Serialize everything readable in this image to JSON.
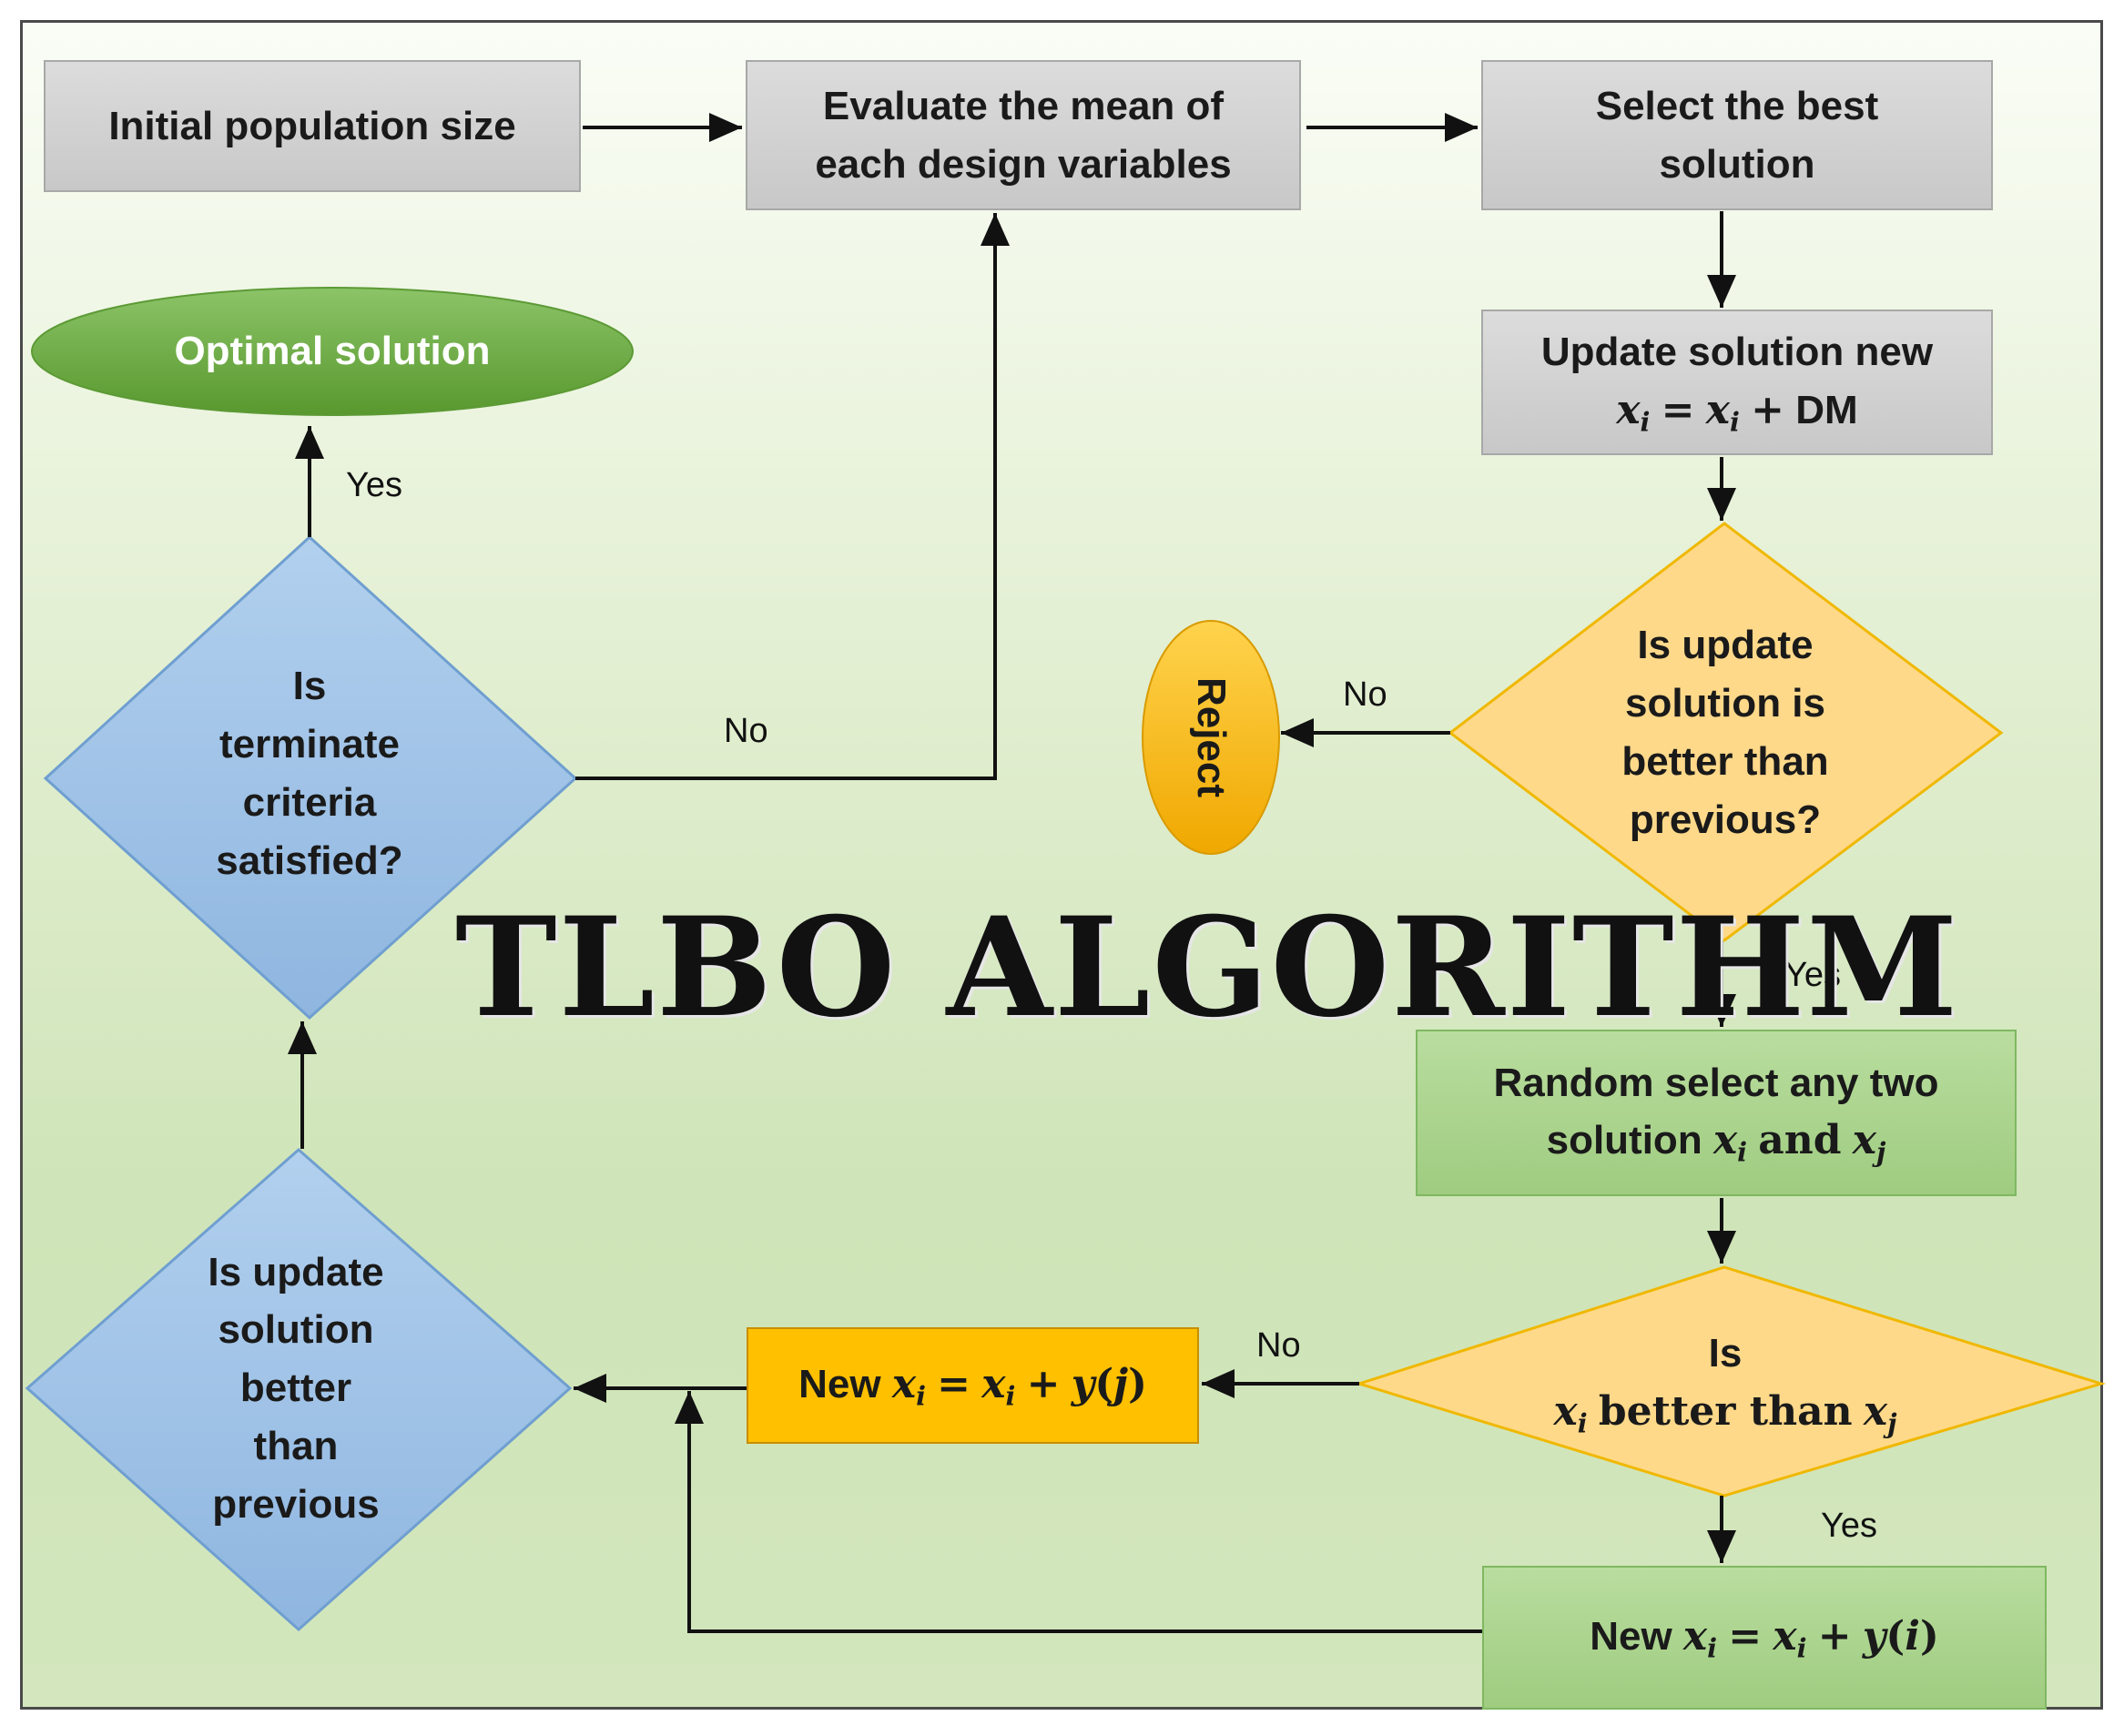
{
  "title": "TLBO ALGORITHM",
  "nodes": {
    "initial": "Initial population size",
    "evaluate_line1": "Evaluate the mean of",
    "evaluate_line2": "each design variables",
    "select_line1": "Select the best",
    "select_line2": "solution",
    "update_line1": "Update solution new",
    "update_formula_dm": "DM",
    "optimal": "Optimal solution",
    "reject": "Reject",
    "decision_better_l1": "Is update",
    "decision_better_l2": "solution is",
    "decision_better_l3": "better than",
    "decision_better_l4": "previous?",
    "random_line1": "Random select any two",
    "random_line2": "solution",
    "random_and": "and",
    "decision_compare_l1": "Is",
    "decision_compare_mid": "better than",
    "new_j_prefix": "New",
    "new_i_prefix": "New",
    "decision_update_l1": "Is update",
    "decision_update_l2": "solution",
    "decision_update_l3": "better",
    "decision_update_l4": "than",
    "decision_update_l5": "previous",
    "decision_term_l1": "Is",
    "decision_term_l2": "terminate",
    "decision_term_l3": "criteria",
    "decision_term_l4": "satisfied?"
  },
  "edge_labels": {
    "yes_optimal": "Yes",
    "no_evaluate": "No",
    "no_reject": "No",
    "yes_random": "Yes",
    "no_new_j": "No",
    "yes_new_i": "Yes"
  },
  "colors": {
    "gray_box": "#cfcfcf",
    "green_box": "#a9d18e",
    "orange_box": "#ffc000",
    "yellow_diamond": "#ffd98a",
    "blue_diamond": "#9dc3e6",
    "optimal_ellipse": "#70ad47",
    "reject_ellipse": "#ffc000"
  }
}
